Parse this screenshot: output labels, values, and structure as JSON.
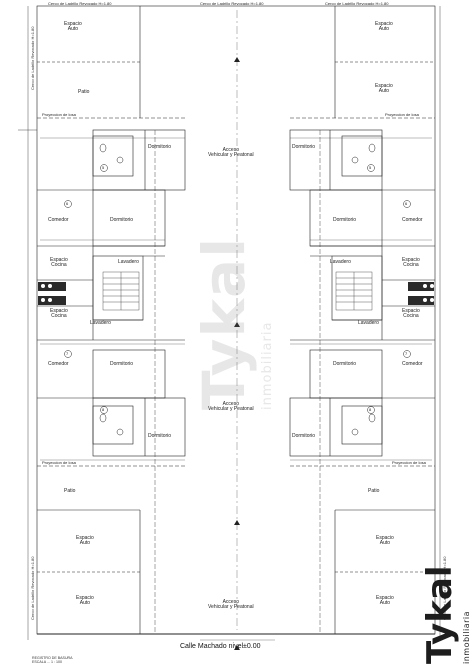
{
  "plan": {
    "rooms": {
      "espacio_auto": [
        "Espacio",
        "Auto"
      ],
      "patio": "Patio",
      "dormitorio": "Dormitorio",
      "comedor": "Comedor",
      "lavadero": "Lavadero",
      "espacio_cocina": [
        "Espacio",
        "Cocina"
      ],
      "acceso": [
        "Acceso",
        "Vehicular y Peatonal"
      ]
    },
    "annotations": {
      "cerco": "Cerco de Ladrillo Revocado H=1.80",
      "proyeccion": "Proyeccion de losa",
      "street": "Calle  Machado nivel±0.00"
    },
    "unit_numbers": [
      "5",
      "6",
      "7",
      "8"
    ],
    "watermark": {
      "word": "Tykal",
      "sub": "inmobiliaria"
    },
    "logo": {
      "word": "Tykal",
      "sub": "inmobiliaria"
    },
    "title_block": [
      "REGISTRO DE BASURA",
      "ESCALA ... 1 : 100"
    ]
  }
}
